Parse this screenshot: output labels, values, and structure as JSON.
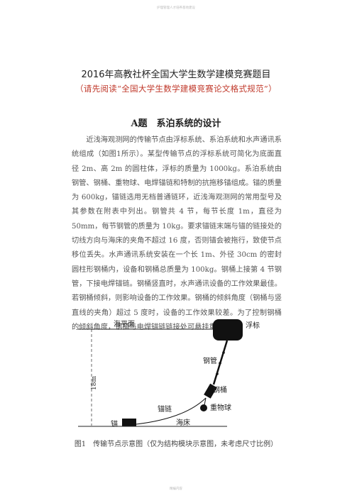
{
  "page": {
    "header_watermark": "护理管理人才培养基地建设",
    "footer_watermark": "精编内容"
  },
  "doc": {
    "title": "2016年高教社杯全国大学生数学建模竞赛题目",
    "subtitle": "（请先阅读“全国大学生数学建模竞赛论文格式规范”）",
    "section_title": "A题　系泊系统的设计",
    "paragraph": "近浅海观测网的传输节点由浮标系统、系泊系统和水声通讯系统组成（如图1所示）。某型传输节点的浮标系统可简化为底面直径 2m、高 2m 的圆柱体，浮标的质量为 1000kg。系泊系统由钢管、钢桶、重物球、电焊锚链和特制的抗拖移锚组成。锚的质量为 600kg，锚链选用无档普通链环，近浅海观测网的常用型号及其参数在附表中列出。钢管共 4 节，每节长度 1m，直径为 50mm，每节钢管的质量为 10kg。要求锚链末端与锚的链接处的切线方向与海床的夹角不超过 16 度，否则锚会被拖行，致使节点移位丢失。水声通讯系统安装在一个长 1m、外径 30cm 的密封圆柱形钢桶内，设备和钢桶总质量为 100kg。钢桶上接第 4 节钢管，下接电焊锚链。钢桶竖直时，水声通讯设备的工作效果最佳。若钢桶倾斜，则影响设备的工作效果。钢桶的倾斜角度（钢桶与竖直线的夹角）超过 5 度时，设备的工作效果较差。为了控制钢桶的倾斜角度，钢桶与电焊锚链链接处可悬挂重物球。"
  },
  "figure": {
    "labels": {
      "sea_level": "海平面",
      "buoy": "浮标",
      "steel_pipe": "钢管",
      "steel_drum": "钢桶",
      "heavy_ball": "重物球",
      "anchor_chain": "锚链",
      "anchor": "锚",
      "seabed": "海床",
      "depth": "18m"
    },
    "caption": "图1　传输节点示意图（仅为结构模块示意图，未考虑尺寸比例）"
  }
}
